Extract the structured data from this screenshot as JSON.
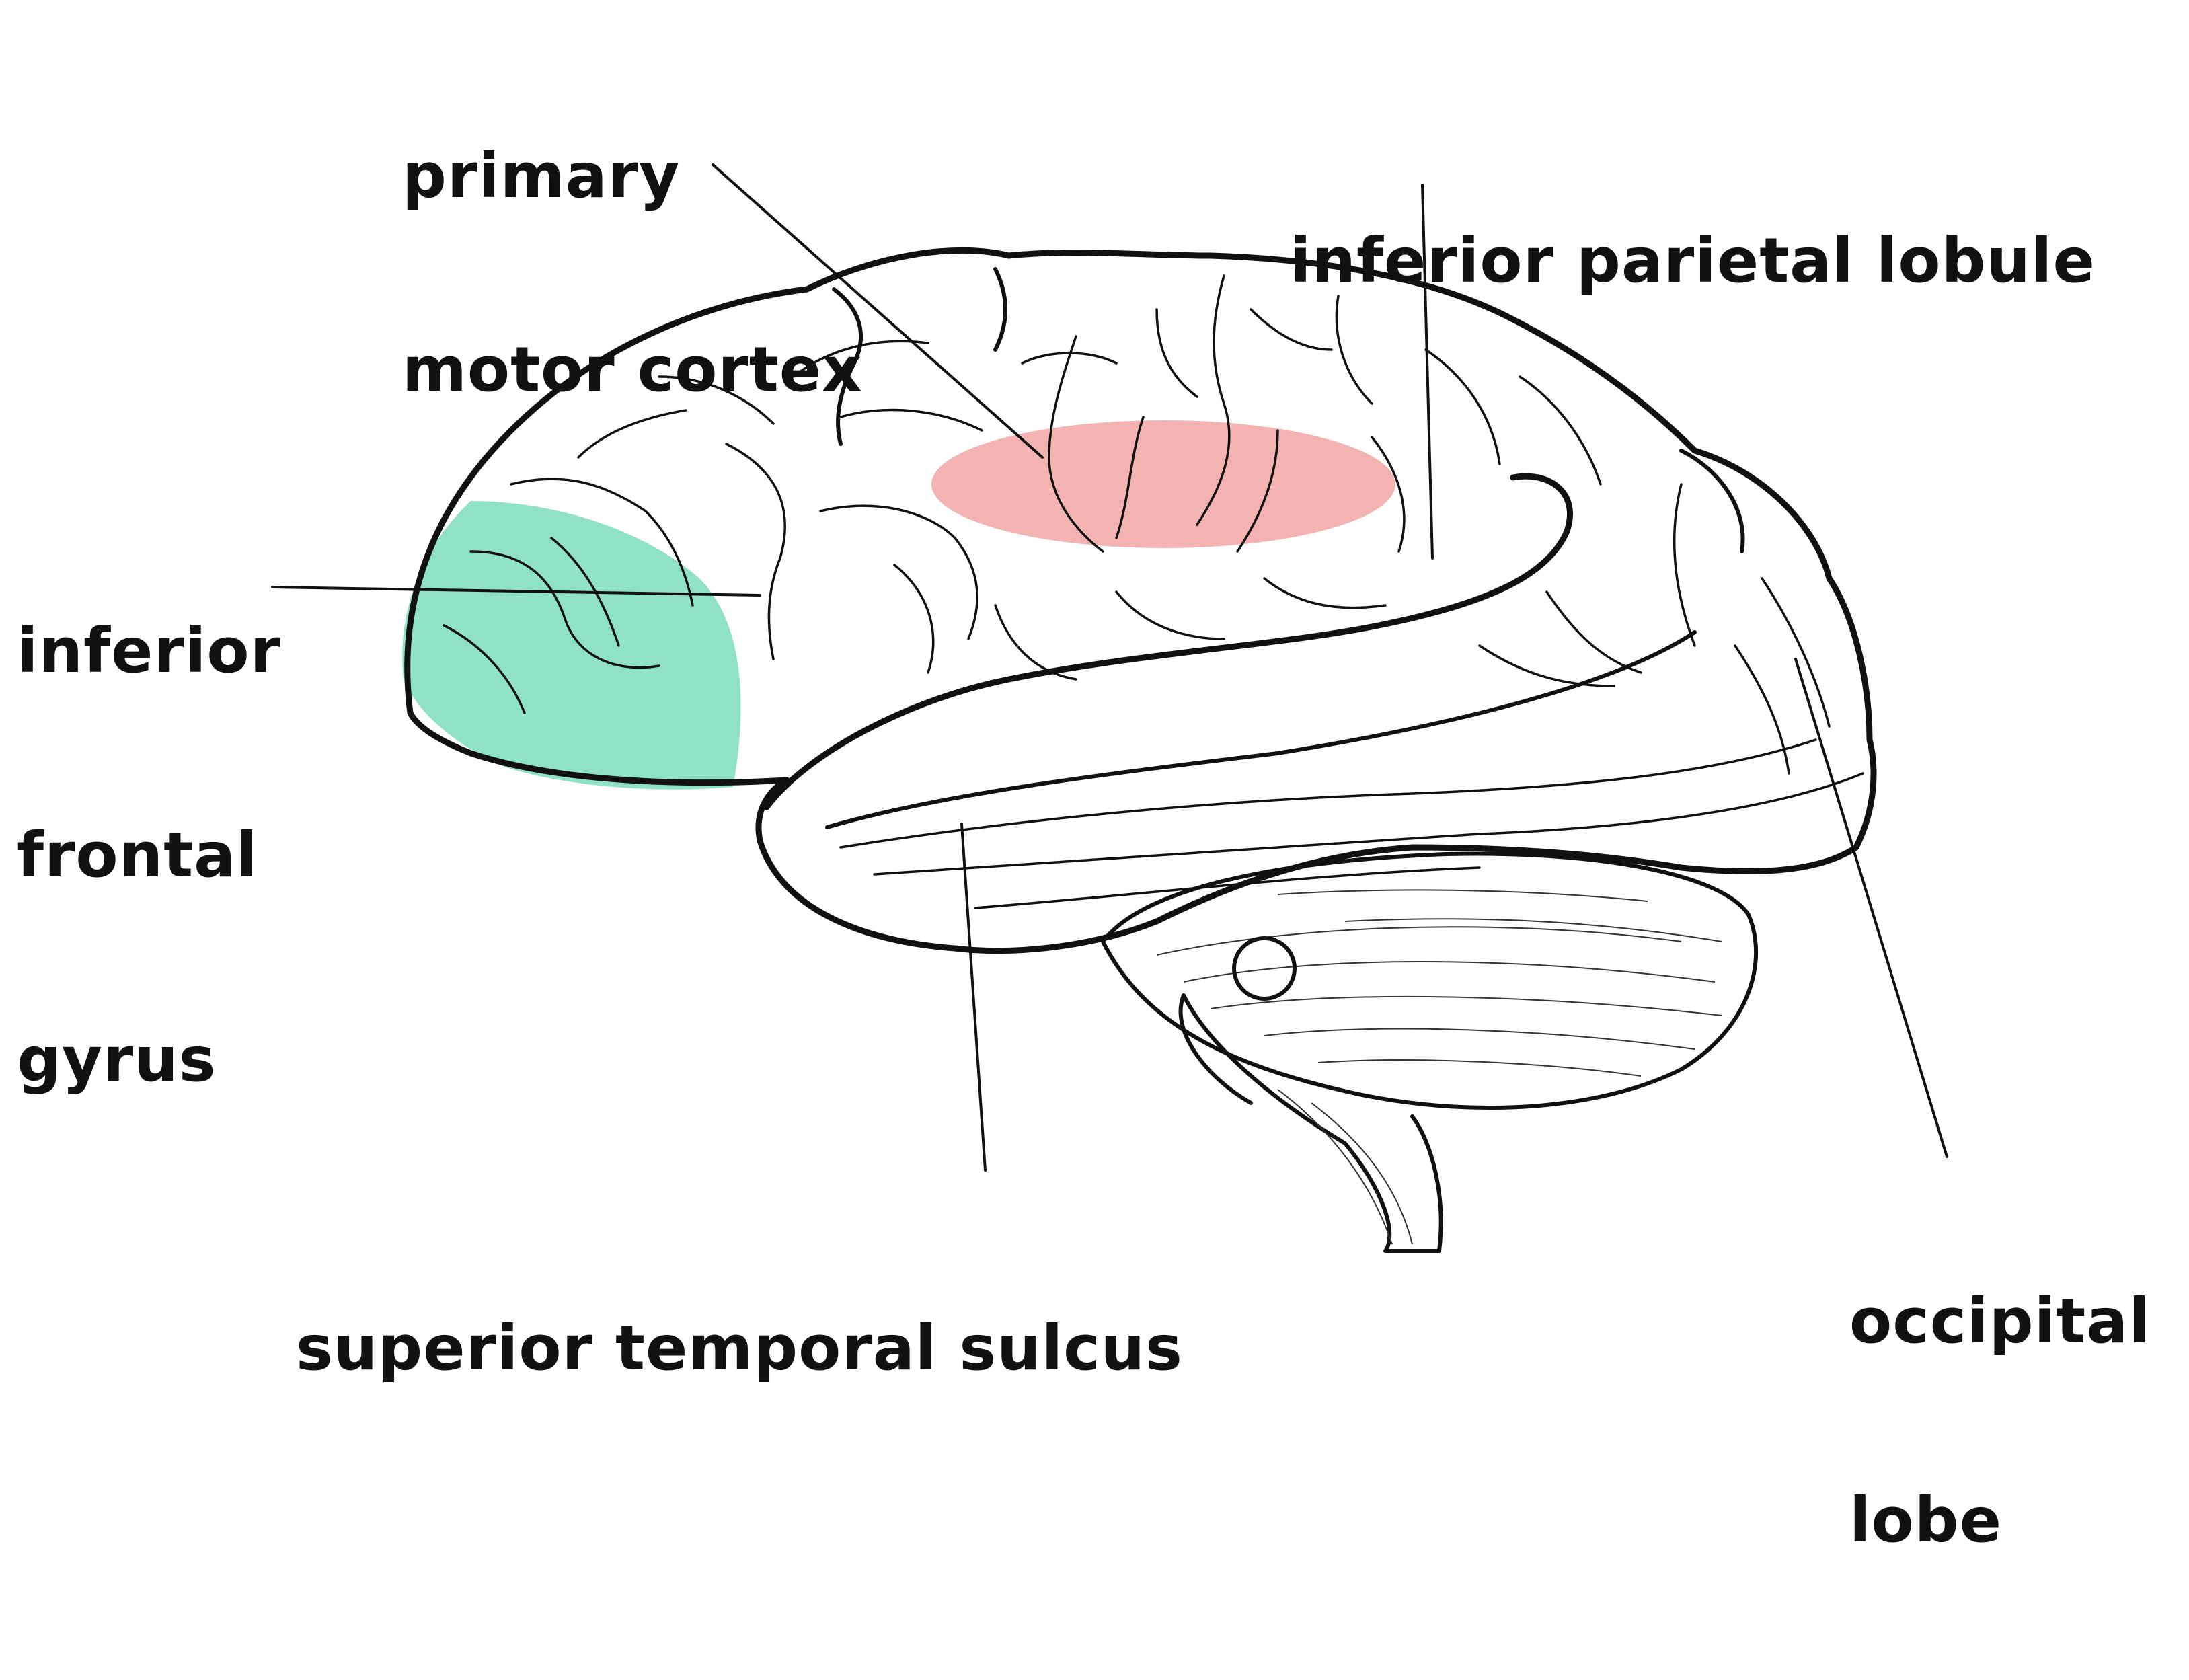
{
  "labels": {
    "primary_motor_cortex": [
      "primary",
      "motor cortex"
    ],
    "inferior_parietal_lobule": [
      "inferior parietal lobule"
    ],
    "inferior_frontal_gyrus": [
      "inferior",
      "frontal",
      "gyrus"
    ],
    "superior_temporal_sulcus": [
      "superior temporal sulcus"
    ],
    "occipital_lobe": [
      "occipital",
      "lobe"
    ]
  },
  "highlights": {
    "motor_cortex_color": "#f4b3b3",
    "frontal_gyrus_color": "#8fe3c4"
  },
  "colors": {
    "ink": "#111111",
    "background": "#ffffff"
  }
}
